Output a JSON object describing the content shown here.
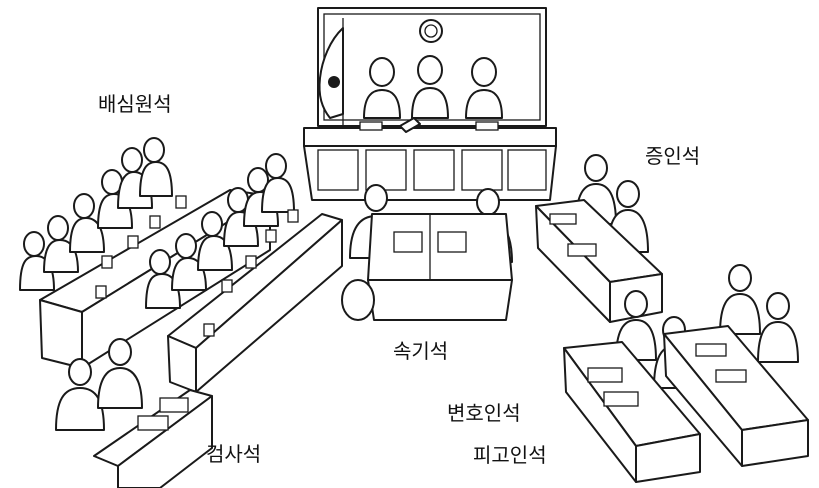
{
  "labels": {
    "jury": "배심원석",
    "witness": "증인석",
    "stenographer": "속기석",
    "defense": "변호인석",
    "prosecutor": "검사석",
    "defendant": "피고인석"
  },
  "colors": {
    "line": "#1a1a1a",
    "background": "#ffffff"
  },
  "icons": {
    "court-emblem": "court-emblem-icon",
    "flag": "flag-icon"
  }
}
